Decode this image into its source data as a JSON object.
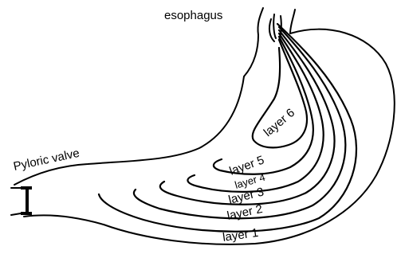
{
  "labels": {
    "esophagus": "esophagus",
    "pyloric_valve": "Pyloric valve",
    "layer_1": "layer 1",
    "layer_2": "layer 2",
    "layer_3": "layer 3",
    "layer_4": "layer 4",
    "layer_5": "layer 5",
    "layer_6": "layer 6"
  },
  "colors": {
    "background": "#ffffff",
    "line": "#000000"
  }
}
